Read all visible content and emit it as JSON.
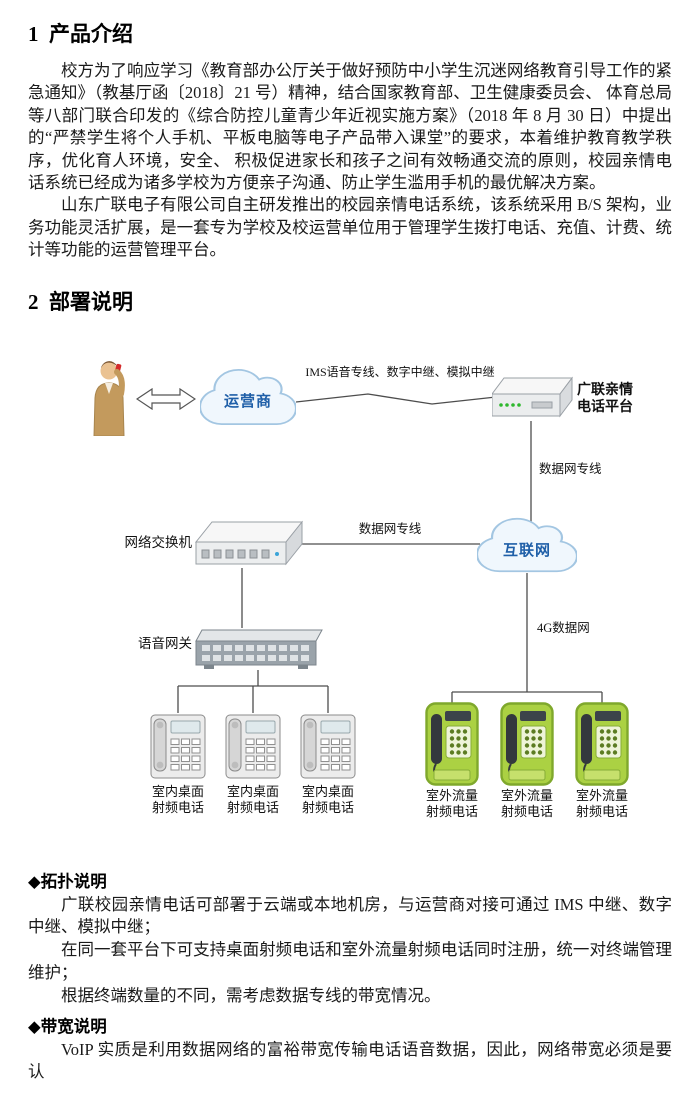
{
  "intro": {
    "heading": "1  产品介绍",
    "p1": "校方为了响应学习《教育部办公厅关于做好预防中小学生沉迷网络教育引导工作的紧急通知》（教基厅函〔2018〕21 号）精神，结合国家教育部、卫生健康委员会、 体育总局等八部门联合印发的《综合防控儿童青少年近视实施方案》（2018 年 8 月 30 日）中提出的“严禁学生将个人手机、平板电脑等电子产品带入课堂”的要求，本着维护教育教学秩序，优化育人环境，安全、 积极促进家长和孩子之间有效畅通交流的原则，校园亲情电话系统已经成为诸多学校为方便亲子沟通、防止学生滥用手机的最优解决方案。",
    "p2": "山东广联电子有限公司自主研发推出的校园亲情电话系统，该系统采用 B/S 架构，业务功能灵活扩展，是一套专为学校及校运营单位用于管理学生拨打电话、充值、计费、统计等功能的运营管理平台。"
  },
  "deployment": {
    "heading": "2  部署说明"
  },
  "diagram": {
    "carrier_cloud": "运营商",
    "trunk_label": "IMS语音专线、数字中继、模拟中继",
    "platform_label": "广联亲情\n电话平台",
    "data_line_right": "数据网专线",
    "data_line_mid": "数据网专线",
    "internet_cloud": "互联网",
    "switch_label": "网络交换机",
    "gateway_label": "语音网关",
    "lte_label": "4G数据网",
    "indoor_phone_label": "室内桌面\n射频电话",
    "outdoor_phone_label": "室外流量\n射频电话"
  },
  "topology_notes": {
    "heading": "◆拓扑说明",
    "p1": "广联校园亲情电话可部署于云端或本地机房，与运营商对接可通过 IMS 中继、数字中继、模拟中继；",
    "p2": "在同一套平台下可支持桌面射频电话和室外流量射频电话同时注册，统一对终端管理维护；",
    "p3": "根据终端数量的不同，需考虑数据专线的带宽情况。"
  },
  "bandwidth_notes": {
    "heading": "◆带宽说明",
    "p1": "VoIP 实质是利用数据网络的富裕带宽传输电话语音数据，因此，网络带宽必须是要认"
  }
}
